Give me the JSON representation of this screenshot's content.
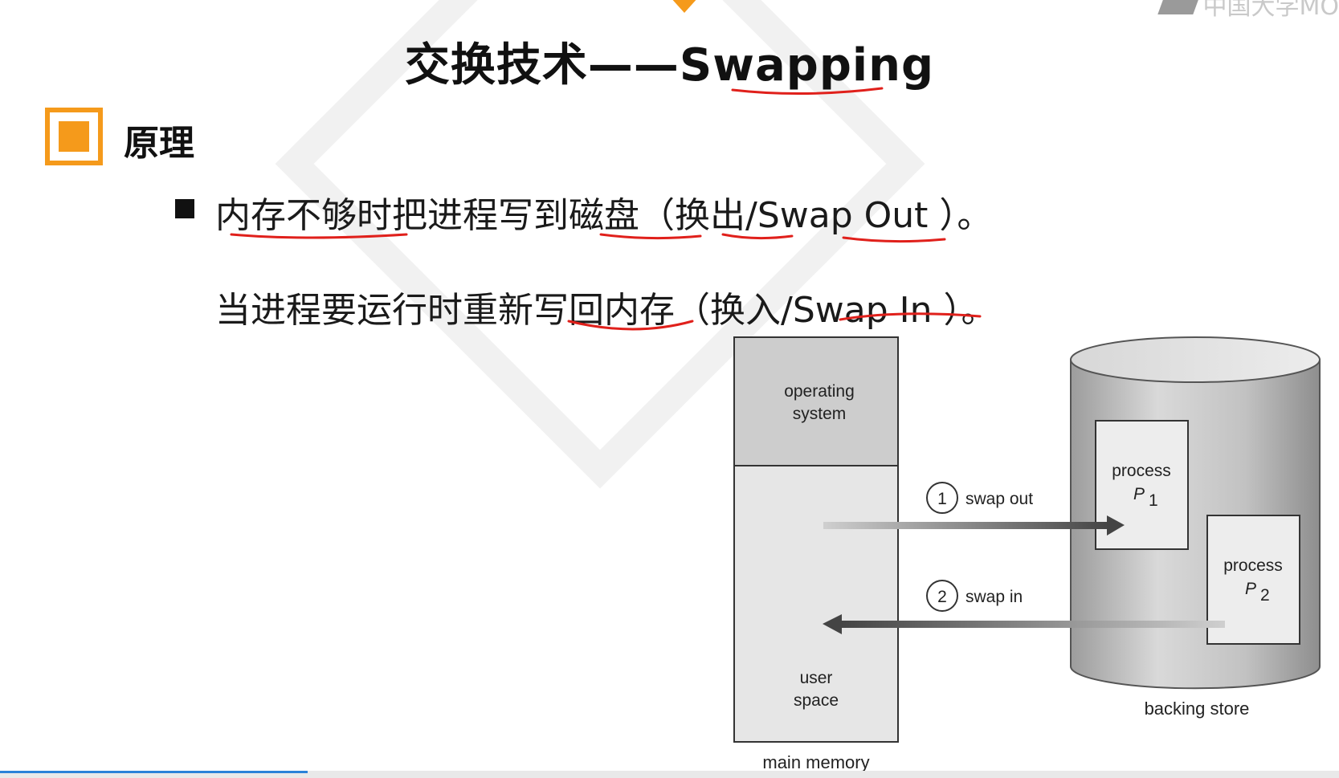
{
  "title": "交换技术——Swapping",
  "watermark": {
    "text": "中国大学MO"
  },
  "section": {
    "title": "原理"
  },
  "content": {
    "line1": "内存不够时把进程写到磁盘（换出/Swap Out ）。",
    "line2": "当进程要运行时重新写回内存（换入/Swap In ）。"
  },
  "diagram": {
    "os_label_line1": "operating",
    "os_label_line2": "system",
    "user_label_line1": "user",
    "user_label_line2": "space",
    "main_memory_label": "main memory",
    "backing_store_label": "backing store",
    "step1_number": "1",
    "step1_label": "swap out",
    "step2_number": "2",
    "step2_label": "swap in",
    "p1_label": "process",
    "p1_name": "P",
    "p1_sub": "1",
    "p2_label": "process",
    "p2_name": "P",
    "p2_sub": "2"
  },
  "colors": {
    "accent": "#f59a1b",
    "annotation": "#e0201b",
    "progress": "#2b82d9"
  },
  "progress": {
    "fraction": 0.23
  }
}
